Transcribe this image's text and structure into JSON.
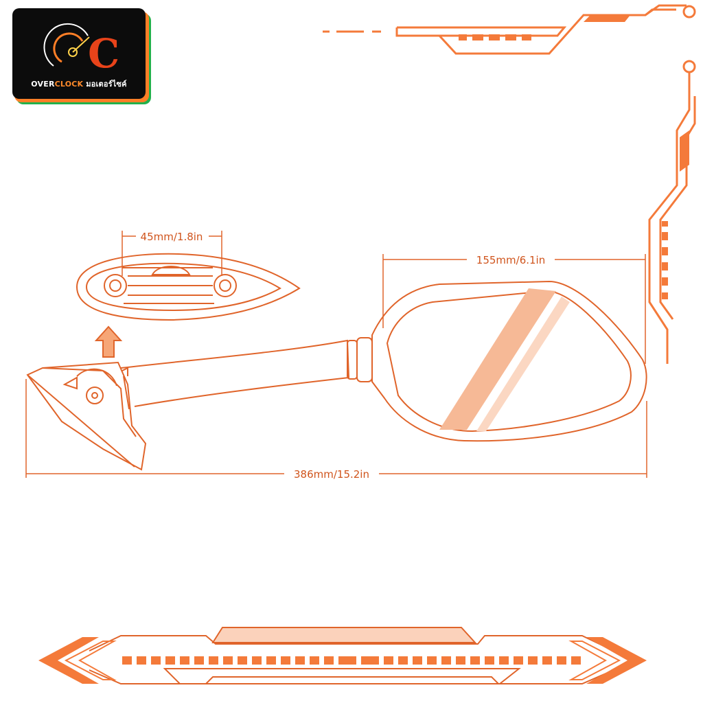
{
  "logo": {
    "word_over": "OVER",
    "word_clock": "CLOCK",
    "word_thai": "มอเตอร์ไซค์",
    "letter": "C",
    "accent_color": "#ff7f27",
    "card_color": "#0c0c0c"
  },
  "dimensions": {
    "mount_spacing": "45mm/1.8in",
    "mirror_width": "155mm/6.1in",
    "total_length": "386mm/15.2in"
  },
  "colors": {
    "line": "#e0642a",
    "accent": "#f47a3a",
    "fill_light": "#f6b996",
    "fill_pale": "#fbd7c2"
  }
}
